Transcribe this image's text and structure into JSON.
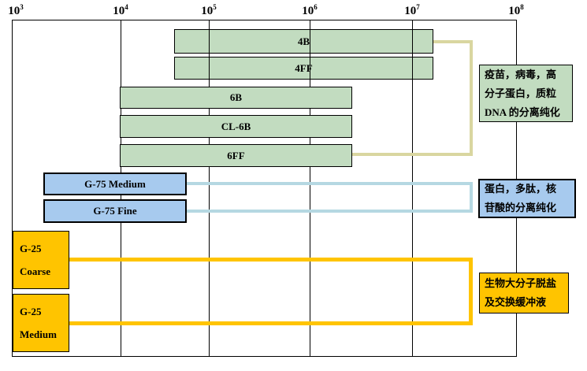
{
  "axis": {
    "base": "10",
    "ticks": [
      {
        "exp": "3"
      },
      {
        "exp": "4"
      },
      {
        "exp": "5"
      },
      {
        "exp": "6"
      },
      {
        "exp": "7"
      },
      {
        "exp": "8"
      }
    ]
  },
  "chart_data": {
    "type": "bar",
    "subtype": "horizontal-range-bars",
    "title": "",
    "x_axis": {
      "scale": "log10",
      "range": [
        1000,
        100000000
      ],
      "tick_labels": [
        "10^3",
        "10^4",
        "10^5",
        "10^6",
        "10^7",
        "10^8"
      ],
      "grid": true
    },
    "groups": [
      {
        "id": "sepharose",
        "bar_color": "#c2dcc0",
        "connector_color": "#d9d6a0",
        "bars": [
          {
            "label": "4B",
            "range_approx": [
              50000,
              20000000
            ]
          },
          {
            "label": "4FF",
            "range_approx": [
              50000,
              20000000
            ]
          },
          {
            "label": "6B",
            "range_approx": [
              10000,
              3000000
            ]
          },
          {
            "label": "CL-6B",
            "range_approx": [
              10000,
              3000000
            ]
          },
          {
            "label": "6FF",
            "range_approx": [
              10000,
              3000000
            ]
          }
        ],
        "annotation": {
          "text": "疫苗，病毒，高分子蛋白，质粒DNA 的分离纯化",
          "lines": [
            "疫苗，病毒，高",
            "分子蛋白，质粒",
            "DNA 的分离纯化"
          ]
        }
      },
      {
        "id": "g75",
        "bar_color": "#a7caee",
        "connector_color": "#b5d8e2",
        "bars": [
          {
            "label": "G-75 Medium",
            "range_approx": [
              2000,
              60000
            ]
          },
          {
            "label": "G-75 Fine",
            "range_approx": [
              2000,
              60000
            ]
          }
        ],
        "annotation": {
          "text": "蛋白，多肽，核苷酸的分离纯化",
          "lines": [
            "蛋白，多肽，核",
            "苷酸的分离纯化"
          ]
        }
      },
      {
        "id": "g25",
        "bar_color": "#ffc400",
        "connector_color": "#ffc400",
        "bars": [
          {
            "label": "G-25 Coarse",
            "line1": "G-25",
            "line2": "Coarse",
            "range_approx": [
              1000,
              3000
            ]
          },
          {
            "label": "G-25 Medium",
            "line1": "G-25",
            "line2": "Medium",
            "range_approx": [
              1000,
              3000
            ]
          }
        ],
        "annotation": {
          "text": "生物大分子脱盐及交换缓冲液",
          "lines": [
            "生物大分子脱盐",
            "及交换缓冲液"
          ]
        }
      }
    ]
  }
}
